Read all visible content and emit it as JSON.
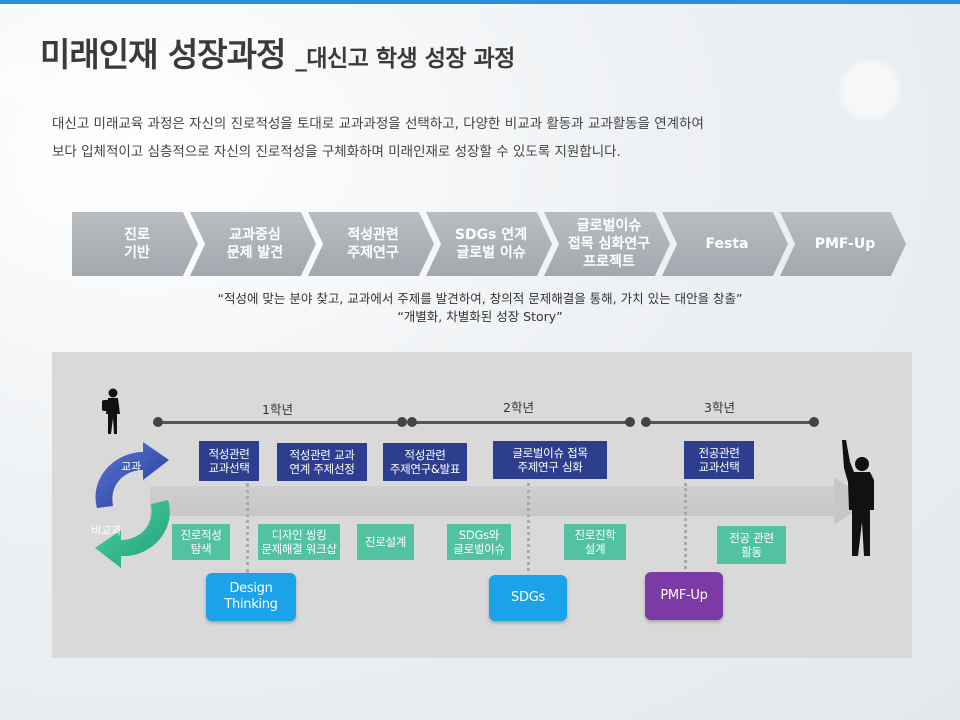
{
  "title": {
    "main": "미래인재 성장과정",
    "sub": "_대신고 학생 성장 과정"
  },
  "intro": {
    "line1": "대신고 미래교육 과정은 자신의 진로적성을 토대로 교과과정을 선택하고, 다양한 비교과 활동과 교과활동을 연계하여",
    "line2": "보다 입체적이고 심층적으로 자신의 진로적성을 구체화하며 미래인재로 성장할 수 있도록 지원합니다."
  },
  "steps": [
    {
      "label": "진로\n기반"
    },
    {
      "label": "교과중심\n문제 발견"
    },
    {
      "label": "적성관련\n주제연구"
    },
    {
      "label": "SDGs 연계\n글로벌 이슈"
    },
    {
      "label": "글로벌이슈\n접목 심화연구\n프로젝트"
    },
    {
      "label": "Festa"
    },
    {
      "label": "PMF-Up"
    }
  ],
  "quote": {
    "line1": "“적성에 맞는 분야 찾고, 교과에서 주제를 발견하여, 창의적 문제해결을 통해, 가치 있는 대안을 창출”",
    "line2": "“개별화, 차별화된 성장 Story”"
  },
  "timeline": {
    "grades": [
      {
        "label": "1학년"
      },
      {
        "label": "2학년"
      },
      {
        "label": "3학년"
      }
    ],
    "cycle": {
      "top_label": "교과",
      "bottom_label": "비교과"
    }
  },
  "subject_boxes": [
    {
      "label": "적성관련\n교과선택"
    },
    {
      "label": "적성관련 교과\n연계 주제선정"
    },
    {
      "label": "적성관련\n주제연구&발표"
    },
    {
      "label": "글로벌이슈 접목\n주제연구 심화"
    },
    {
      "label": "전공관련\n교과선택"
    }
  ],
  "activity_boxes": [
    {
      "label": "진로적성\n탐색"
    },
    {
      "label": "디자인 씽킹\n문제해결 워크샵"
    },
    {
      "label": "진로설계"
    },
    {
      "label": "SDGs와\n글로벌이슈"
    },
    {
      "label": "진로진학\n설계"
    },
    {
      "label": "전공 관련\n활동"
    }
  ],
  "programs": [
    {
      "label": "Design\nThinking"
    },
    {
      "label": "SDGs"
    },
    {
      "label": "PMF-Up"
    }
  ],
  "colors": {
    "accent_bar": "#2a8fd6",
    "chevron": "#a9adb3",
    "subject_box": "#2e3e8e",
    "activity_box": "#52c2a0",
    "program_blue": "#1aa3e8",
    "program_purple": "#7b3aa6",
    "panel": "#d9d9d9"
  },
  "icons": [
    "student-silhouette-icon",
    "success-silhouette-icon",
    "cycle-arrows-icon"
  ]
}
